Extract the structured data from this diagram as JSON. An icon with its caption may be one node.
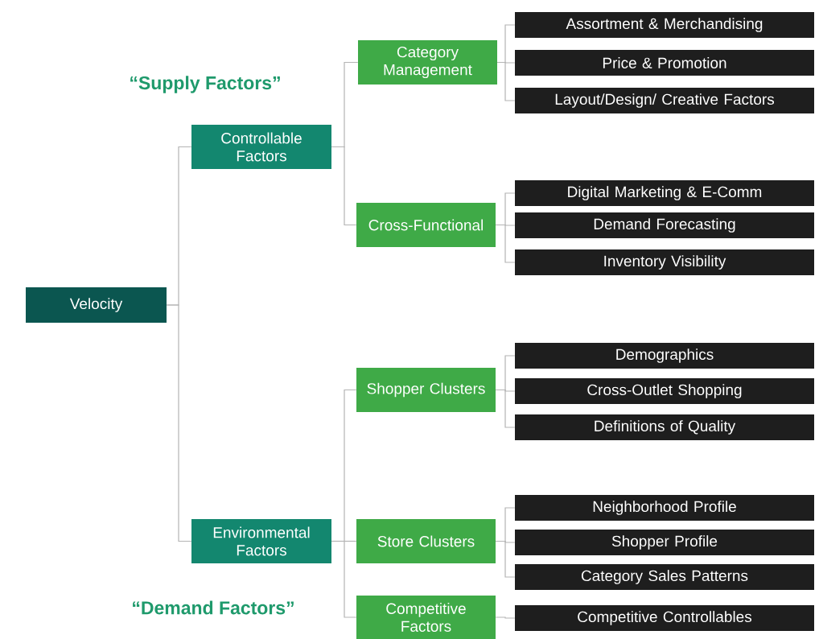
{
  "diagram": {
    "nodes": [
      {
        "text": [
          "Velocity"
        ]
      },
      {
        "text": [
          "Controllable Factors"
        ]
      },
      {
        "text": [
          "Environmental Factors"
        ]
      },
      {
        "text": [
          "Category Management"
        ]
      },
      {
        "text": [
          "Cross-Functional"
        ]
      },
      {
        "text": [
          "Shopper Clusters"
        ]
      },
      {
        "text": [
          "Store Clusters"
        ]
      },
      {
        "text": [
          "Competitive Factors"
        ]
      },
      {
        "text": [
          "Assortment & Merchandising"
        ]
      },
      {
        "text": [
          "Price & Promotion"
        ]
      },
      {
        "text": [
          "Layout/Design/ Creative Factors"
        ]
      },
      {
        "text": [
          "Digital Marketing & E-Comm"
        ]
      },
      {
        "text": [
          "Demand Forecasting"
        ]
      },
      {
        "text": [
          "Inventory Visibility"
        ]
      },
      {
        "text": [
          "Demographics"
        ]
      },
      {
        "text": [
          "Cross-Outlet Shopping"
        ]
      },
      {
        "text": [
          "Definitions of Quality"
        ]
      },
      {
        "text": [
          "Neighborhood Profile"
        ]
      },
      {
        "text": [
          "Shopper Profile"
        ]
      },
      {
        "text": [
          "Category Sales Patterns"
        ]
      },
      {
        "text": [
          "Competitive Controllables"
        ]
      }
    ],
    "edges": [
      {
        "from": 0,
        "to": 1,
        "arrow": "none"
      },
      {
        "from": 0,
        "to": 2,
        "arrow": "none"
      },
      {
        "from": 1,
        "to": 3,
        "arrow": "none"
      },
      {
        "from": 1,
        "to": 4,
        "arrow": "none"
      },
      {
        "from": 2,
        "to": 5,
        "arrow": "none"
      },
      {
        "from": 2,
        "to": 6,
        "arrow": "none"
      },
      {
        "from": 2,
        "to": 7,
        "arrow": "none"
      },
      {
        "from": 3,
        "to": 8,
        "arrow": "none"
      },
      {
        "from": 3,
        "to": 9,
        "arrow": "none"
      },
      {
        "from": 3,
        "to": 10,
        "arrow": "none"
      },
      {
        "from": 4,
        "to": 11,
        "arrow": "none"
      },
      {
        "from": 4,
        "to": 12,
        "arrow": "none"
      },
      {
        "from": 4,
        "to": 13,
        "arrow": "none"
      },
      {
        "from": 5,
        "to": 14,
        "arrow": "none"
      },
      {
        "from": 5,
        "to": 15,
        "arrow": "none"
      },
      {
        "from": 5,
        "to": 16,
        "arrow": "none"
      },
      {
        "from": 6,
        "to": 17,
        "arrow": "none"
      },
      {
        "from": 6,
        "to": 18,
        "arrow": "none"
      },
      {
        "from": 6,
        "to": 19,
        "arrow": "none"
      },
      {
        "from": 7,
        "to": 20,
        "arrow": "none"
      }
    ],
    "labels": [
      "“Supply Factors”",
      "“Demand Factors”"
    ]
  }
}
